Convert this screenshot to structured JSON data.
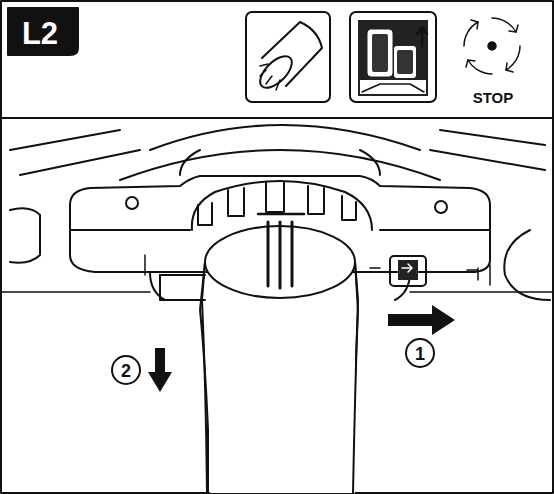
{
  "diagram": {
    "labels": [
      "L2",
      "STOP",
      "1",
      "2"
    ]
  }
}
